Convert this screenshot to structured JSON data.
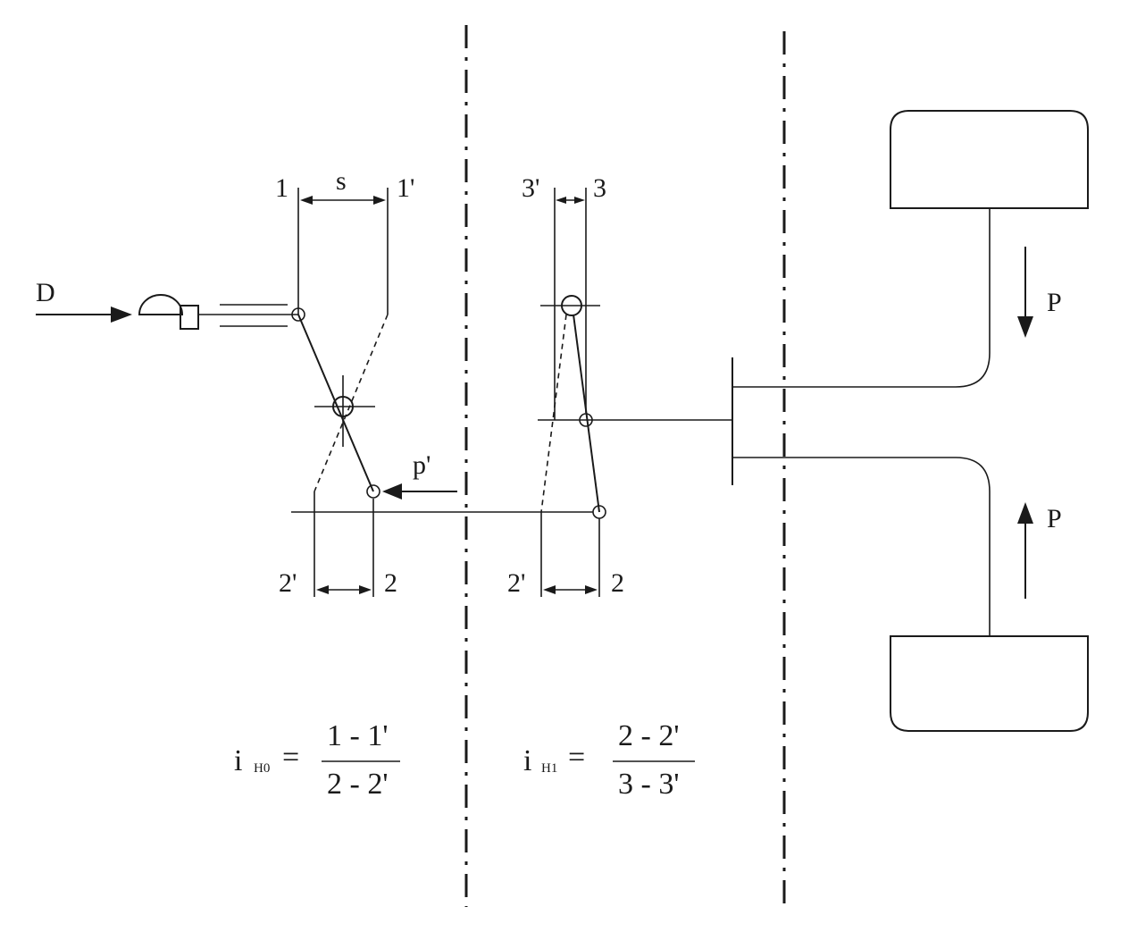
{
  "labels": {
    "input_force": "D",
    "stroke": "s",
    "pt_1": "1",
    "pt_1_prime": "1'",
    "pt_3_prime": "3'",
    "pt_3": "3",
    "reaction_force": "p'",
    "left_2_prime": "2'",
    "left_2": "2",
    "right_2_prime": "2'",
    "right_2": "2",
    "press_force_top": "P",
    "press_force_bottom": "P"
  },
  "formulas": {
    "h0": {
      "symbol": "i",
      "subscript": "H0",
      "equals": "=",
      "numerator": "1 - 1'",
      "denominator": "2 - 2'"
    },
    "h1": {
      "symbol": "i",
      "subscript": "H1",
      "equals": "=",
      "numerator": "2 - 2'",
      "denominator": "3 - 3'"
    }
  }
}
